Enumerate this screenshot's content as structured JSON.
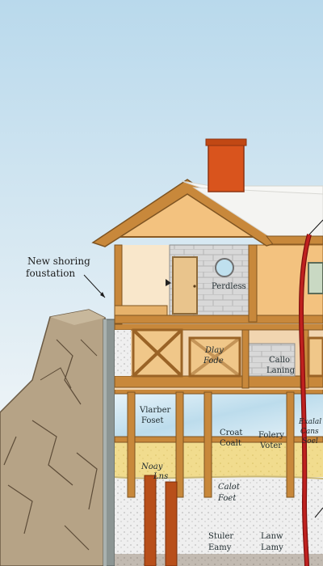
{
  "callout": {
    "line1": "New shoring",
    "line2": "foustation"
  },
  "labels": {
    "attic_room": "Perdless",
    "floor2_left_1": "Dlay",
    "floor2_left_2": "Fode",
    "floor2_right_1": "Callo",
    "floor2_right_2": "Laning",
    "floor1_a_1": "Vlarber",
    "floor1_a_2": "Foset",
    "floor1_b_1": "Croat",
    "floor1_b_2": "Coalt",
    "floor1_c_1": "Folery",
    "floor1_c_2": "Voter",
    "floor1_d_1": "Exalal",
    "floor1_d_2": "Cans",
    "floor1_d_3": "Soel",
    "found_1": "Noay",
    "found_2": "Lns",
    "found_mid_1": "Calot",
    "found_mid_2": "Foet",
    "base_left_1": "Stuler",
    "base_left_2": "Eamy",
    "base_right_1": "Lanw",
    "base_right_2": "Lamy"
  },
  "colors": {
    "sky_top": "#b9d9ec",
    "sky_bottom": "#f4f6f7",
    "wall": "#f3c27f",
    "timber": "#c8883b",
    "roof_snow": "#f7f7f5",
    "chimney": "#d9541d",
    "pipe": "#c0211f",
    "rock": "#b9a58a",
    "insulation": "#cfe6f2",
    "sand": "#f0dc8c"
  }
}
